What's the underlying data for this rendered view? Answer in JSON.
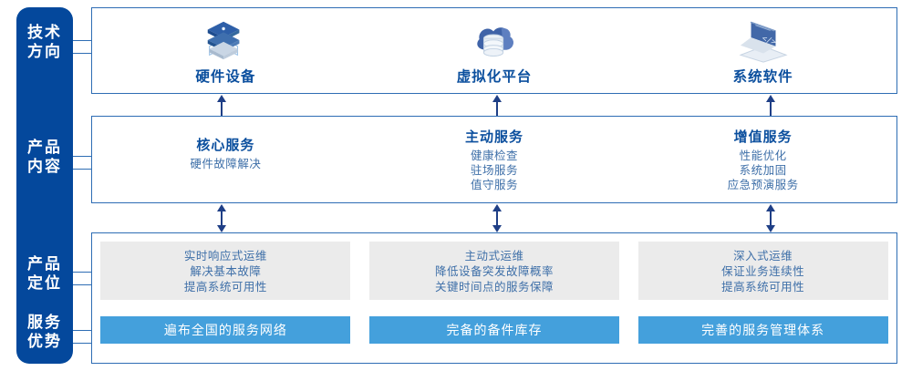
{
  "rail": {
    "color": "#04489C",
    "labels": [
      {
        "name": "technical-direction",
        "text": "技术\n方向"
      },
      {
        "name": "product-content",
        "text": "产品\n内容"
      },
      {
        "name": "product-positioning",
        "text": "产品\n定位"
      },
      {
        "name": "service-advantage",
        "text": "服务\n优势"
      }
    ],
    "label_1_line1": "技术",
    "label_1_line2": "方向",
    "label_2_line1": "产品",
    "label_2_line2": "内容",
    "label_3_line1": "产品",
    "label_3_line2": "定位",
    "label_4_line1": "服务",
    "label_4_line2": "优势"
  },
  "tech_row": {
    "border_color": "#2E6DB4",
    "items": [
      {
        "icon": "server-stack-icon",
        "label": "硬件设备"
      },
      {
        "icon": "cloud-database-icon",
        "label": "虚拟化平台"
      },
      {
        "icon": "laptop-code-icon",
        "label": "系统软件"
      }
    ]
  },
  "content_row": {
    "items": [
      {
        "title": "核心服务",
        "lines": [
          "硬件故障解决"
        ]
      },
      {
        "title": "主动服务",
        "lines": [
          "健康检查",
          "驻场服务",
          "值守服务"
        ]
      },
      {
        "title": "增值服务",
        "lines": [
          "性能优化",
          "系统加固",
          "应急预演服务"
        ]
      }
    ]
  },
  "bottom_row": {
    "card_bg": "#EBEBEB",
    "bar_bg": "#44A0DC",
    "items": [
      {
        "card_lines": [
          "实时响应式运维",
          "解决基本故障",
          "提高系统可用性"
        ],
        "bar_label": "遍布全国的服务网络"
      },
      {
        "card_lines": [
          "主动式运维",
          "降低设备突发故障概率",
          "关键时间点的服务保障"
        ],
        "bar_label": "完备的备件库存"
      },
      {
        "card_lines": [
          "深入式运维",
          "保证业务连续性",
          "提高系统可用性"
        ],
        "bar_label": "完善的服务管理体系"
      }
    ]
  },
  "arrows": {
    "up_arrow_icon": "arrow-up-icon",
    "double_arrow_icon": "arrow-up-down-icon"
  }
}
